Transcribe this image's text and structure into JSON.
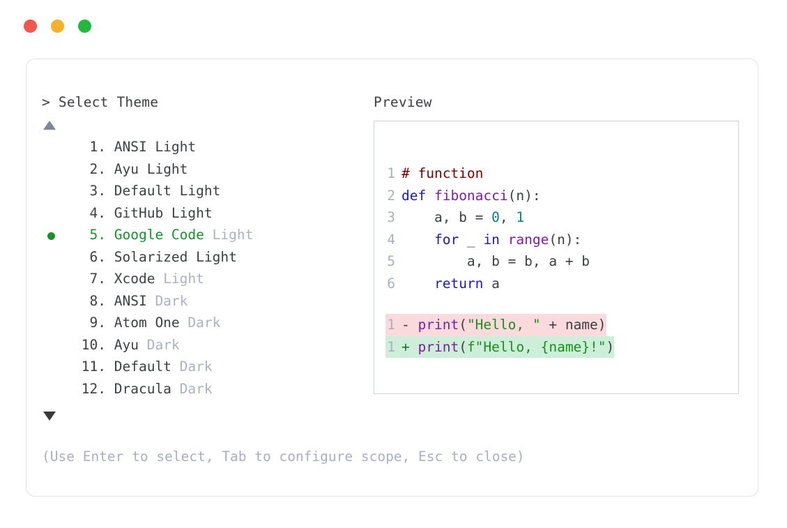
{
  "window": {
    "traffic_lights": [
      {
        "name": "close-button",
        "color": "#f2564e"
      },
      {
        "name": "minimize-button",
        "color": "#f5b228"
      },
      {
        "name": "maximize-button",
        "color": "#22b83f"
      }
    ]
  },
  "panels": {
    "select": {
      "prompt": ">",
      "title": "> Select Theme",
      "scroll_up_icon": "triangle-up-icon",
      "scroll_down_icon": "triangle-down-icon",
      "selected_index": 5,
      "selected_color": "#17922b",
      "items": [
        {
          "number": " 1.",
          "name": "ANSI",
          "suffix": "Light",
          "selected": false,
          "dim_suffix": false
        },
        {
          "number": " 2.",
          "name": "Ayu",
          "suffix": "Light",
          "selected": false,
          "dim_suffix": false
        },
        {
          "number": " 3.",
          "name": "Default",
          "suffix": "Light",
          "selected": false,
          "dim_suffix": false
        },
        {
          "number": " 4.",
          "name": "GitHub",
          "suffix": "Light",
          "selected": false,
          "dim_suffix": false
        },
        {
          "number": " 5.",
          "name": "Google Code",
          "suffix": "Light",
          "selected": true,
          "dim_suffix": true
        },
        {
          "number": " 6.",
          "name": "Solarized",
          "suffix": "Light",
          "selected": false,
          "dim_suffix": false
        },
        {
          "number": " 7.",
          "name": "Xcode",
          "suffix": "Light",
          "selected": false,
          "dim_suffix": true
        },
        {
          "number": " 8.",
          "name": "ANSI",
          "suffix": "Dark",
          "selected": false,
          "dim_suffix": true
        },
        {
          "number": " 9.",
          "name": "Atom One",
          "suffix": "Dark",
          "selected": false,
          "dim_suffix": true
        },
        {
          "number": "10.",
          "name": "Ayu",
          "suffix": "Dark",
          "selected": false,
          "dim_suffix": true
        },
        {
          "number": "11.",
          "name": "Default",
          "suffix": "Dark",
          "selected": false,
          "dim_suffix": true
        },
        {
          "number": "12.",
          "name": "Dracula",
          "suffix": "Dark",
          "selected": false,
          "dim_suffix": true
        }
      ]
    },
    "preview": {
      "title": "Preview",
      "code_lines": [
        {
          "n": "1",
          "tokens": [
            {
              "t": "# function",
              "c": "comment"
            }
          ]
        },
        {
          "n": "2",
          "tokens": [
            {
              "t": "def ",
              "c": "keyword"
            },
            {
              "t": "fibonacci",
              "c": "fn"
            },
            {
              "t": "(n):",
              "c": "plain"
            }
          ]
        },
        {
          "n": "3",
          "tokens": [
            {
              "t": "    a, b = ",
              "c": "plain"
            },
            {
              "t": "0",
              "c": "num"
            },
            {
              "t": ", ",
              "c": "plain"
            },
            {
              "t": "1",
              "c": "num"
            }
          ]
        },
        {
          "n": "4",
          "tokens": [
            {
              "t": "    ",
              "c": "plain"
            },
            {
              "t": "for",
              "c": "keyword"
            },
            {
              "t": " _ ",
              "c": "plain"
            },
            {
              "t": "in",
              "c": "keyword"
            },
            {
              "t": " ",
              "c": "plain"
            },
            {
              "t": "range",
              "c": "fn"
            },
            {
              "t": "(n):",
              "c": "plain"
            }
          ]
        },
        {
          "n": "5",
          "tokens": [
            {
              "t": "        a, b = b, a + b",
              "c": "plain"
            }
          ]
        },
        {
          "n": "6",
          "tokens": [
            {
              "t": "    ",
              "c": "plain"
            },
            {
              "t": "return",
              "c": "keyword"
            },
            {
              "t": " a",
              "c": "plain"
            }
          ]
        }
      ],
      "diff_lines": [
        {
          "n": "1",
          "sign": "-",
          "kind": "del",
          "bg": "#fadadd",
          "tokens": [
            {
              "t": "print",
              "c": "fn"
            },
            {
              "t": "(",
              "c": "plain"
            },
            {
              "t": "\"Hello, \"",
              "c": "str"
            },
            {
              "t": " + name)",
              "c": "plain"
            }
          ]
        },
        {
          "n": "1",
          "sign": "+",
          "kind": "add",
          "bg": "#cdeed8",
          "tokens": [
            {
              "t": "print",
              "c": "fn"
            },
            {
              "t": "(",
              "c": "plain"
            },
            {
              "t": "f\"Hello, {name}!\"",
              "c": "str"
            },
            {
              "t": ")",
              "c": "plain"
            }
          ]
        }
      ]
    }
  },
  "footer": {
    "hint": "(Use Enter to select, Tab to configure scope, Esc to close)"
  }
}
